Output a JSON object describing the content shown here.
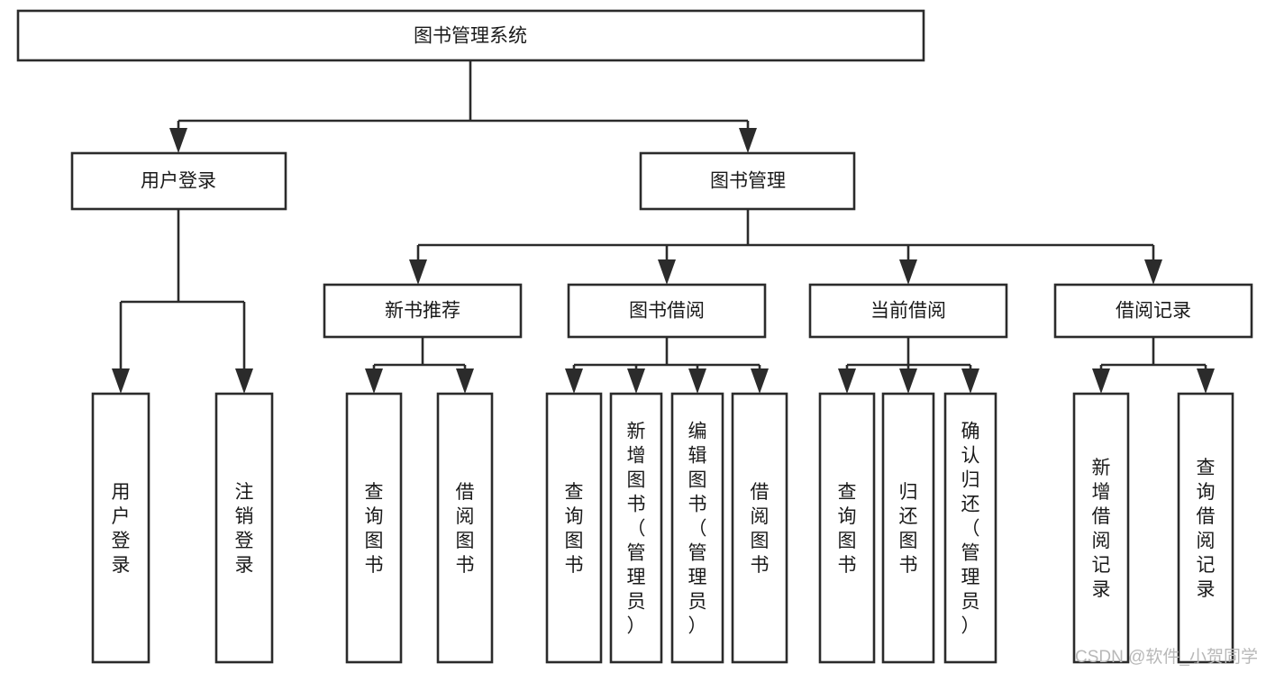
{
  "diagram": {
    "type": "tree",
    "title": "图书管理系统",
    "orientation": "top-down",
    "colors": {
      "stroke": "#2b2b2b",
      "fill": "#ffffff",
      "text": "#1a1a1a",
      "watermark": "#b8b8b8"
    },
    "root": {
      "label": "图书管理系统",
      "text_orientation": "horizontal"
    },
    "level2": [
      {
        "label": "用户登录",
        "text_orientation": "horizontal"
      },
      {
        "label": "图书管理",
        "text_orientation": "horizontal"
      }
    ],
    "level3": [
      {
        "label": "新书推荐",
        "text_orientation": "horizontal"
      },
      {
        "label": "图书借阅",
        "text_orientation": "horizontal"
      },
      {
        "label": "当前借阅",
        "text_orientation": "horizontal"
      },
      {
        "label": "借阅记录",
        "text_orientation": "horizontal"
      }
    ],
    "leaves": {
      "user_login": [
        {
          "label": "用户登录",
          "chars": [
            "用",
            "户",
            "登",
            "录"
          ]
        },
        {
          "label": "注销登录",
          "chars": [
            "注",
            "销",
            "登",
            "录"
          ]
        }
      ],
      "new_book_recommend": [
        {
          "label": "查询图书",
          "chars": [
            "查",
            "询",
            "图",
            "书"
          ]
        },
        {
          "label": "借阅图书",
          "chars": [
            "借",
            "阅",
            "图",
            "书"
          ]
        }
      ],
      "book_borrow": [
        {
          "label": "查询图书",
          "chars": [
            "查",
            "询",
            "图",
            "书"
          ]
        },
        {
          "label": "新增图书（管理员）",
          "chars": [
            "新",
            "增",
            "图",
            "书",
            "（",
            "管",
            "理",
            "员",
            "）"
          ]
        },
        {
          "label": "编辑图书（管理员）",
          "chars": [
            "编",
            "辑",
            "图",
            "书",
            "（",
            "管",
            "理",
            "员",
            "）"
          ]
        },
        {
          "label": "借阅图书",
          "chars": [
            "借",
            "阅",
            "图",
            "书"
          ]
        }
      ],
      "current_borrow": [
        {
          "label": "查询图书",
          "chars": [
            "查",
            "询",
            "图",
            "书"
          ]
        },
        {
          "label": "归还图书",
          "chars": [
            "归",
            "还",
            "图",
            "书"
          ]
        },
        {
          "label": "确认归还（管理员）",
          "chars": [
            "确",
            "认",
            "归",
            "还",
            "（",
            "管",
            "理",
            "员",
            "）"
          ]
        }
      ],
      "borrow_record": [
        {
          "label": "新增借阅记录",
          "chars": [
            "新",
            "增",
            "借",
            "阅",
            "记",
            "录"
          ]
        },
        {
          "label": "查询借阅记录",
          "chars": [
            "查",
            "询",
            "借",
            "阅",
            "记",
            "录"
          ]
        }
      ]
    }
  },
  "watermark": {
    "text": "CSDN @软件_小贺同学"
  }
}
